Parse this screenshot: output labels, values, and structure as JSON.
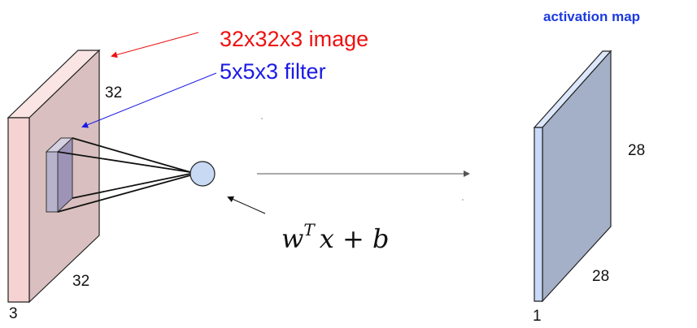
{
  "title": "activation map",
  "input": {
    "label": "32x32x3 image",
    "height_label": "32",
    "width_label": "32",
    "depth_label": "3",
    "label_color": "#ee1111"
  },
  "filter": {
    "label": "5x5x3 filter",
    "label_color": "#1a1ae6"
  },
  "formula": {
    "w": "w",
    "sup": "T",
    "rest": "x + b"
  },
  "output": {
    "height_label": "28",
    "width_label": "28",
    "depth_label": "1"
  },
  "colors": {
    "title": "#1c3ae0",
    "input_face": "#d9bfbf",
    "input_front": "#f5d3d3",
    "input_top": "#fbe4e4",
    "filter_face": "#b8b3cc",
    "neuron": "#c7d9f3",
    "output_face": "#a3b0c7",
    "output_front": "#c9d9f7"
  }
}
